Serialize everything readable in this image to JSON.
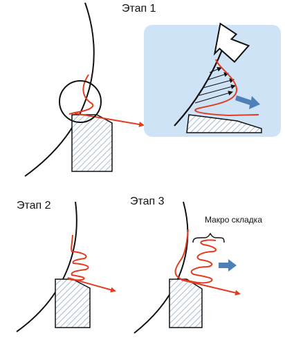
{
  "labels": {
    "stage1": "Этап 1",
    "stage2": "Этап 2",
    "stage3": "Этап 3",
    "macro_fold": "Макро складка"
  },
  "colors": {
    "outline": "#111111",
    "flow_red": "#e23b1f",
    "blue_arrow": "#4f7fb8",
    "zoom_bg": "#cfe3f7",
    "hatch": "#8ea8c2"
  }
}
